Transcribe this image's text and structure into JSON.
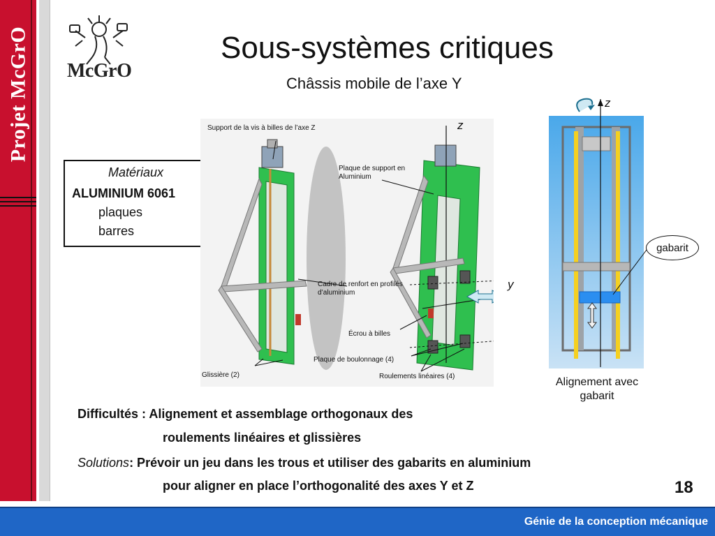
{
  "sidebar": {
    "title": "Projet McGrO"
  },
  "logo": {
    "text": "McGrO"
  },
  "header": {
    "title": "Sous-systèmes critiques",
    "subtitle": "Châssis mobile de l’axe Y"
  },
  "materials": {
    "heading": "Matériaux",
    "alloy": "ALUMINIUM 6061",
    "items": [
      "plaques",
      "barres"
    ]
  },
  "main_figure": {
    "callouts": [
      "Support de la vis à billes de l’axe Z",
      "Plaque de support en Aluminium",
      "Cadre de renfort en profilés d’aluminium",
      "Écrou à billes",
      "Plaque de boulonnage (4)",
      "Glissière (2)",
      "Roulements linéaires (4)"
    ],
    "axis_z": "z",
    "axis_y": "y"
  },
  "right_figure": {
    "axis_z": "z",
    "gabarit_label": "gabarit",
    "caption_line1": "Alignement avec",
    "caption_line2": "gabarit"
  },
  "difficulties": {
    "line1": "Difficultés : Alignement et assemblage orthogonaux des",
    "line2": "roulements linéaires et glissières"
  },
  "solutions": {
    "label": "Solutions",
    "line1_rest": ": Prévoir un jeu dans les trous et utiliser des gabarits en aluminium",
    "line2": "pour aligner en place l’orthogonalité des axes Y et Z"
  },
  "page_number": "18",
  "footer": {
    "text": "Génie de la conception mécanique"
  },
  "colors": {
    "side_band": "#c8102e",
    "footer": "#1f66c6",
    "frame_green": "#2fbf4f",
    "panel_blue": "#3d9be0"
  }
}
